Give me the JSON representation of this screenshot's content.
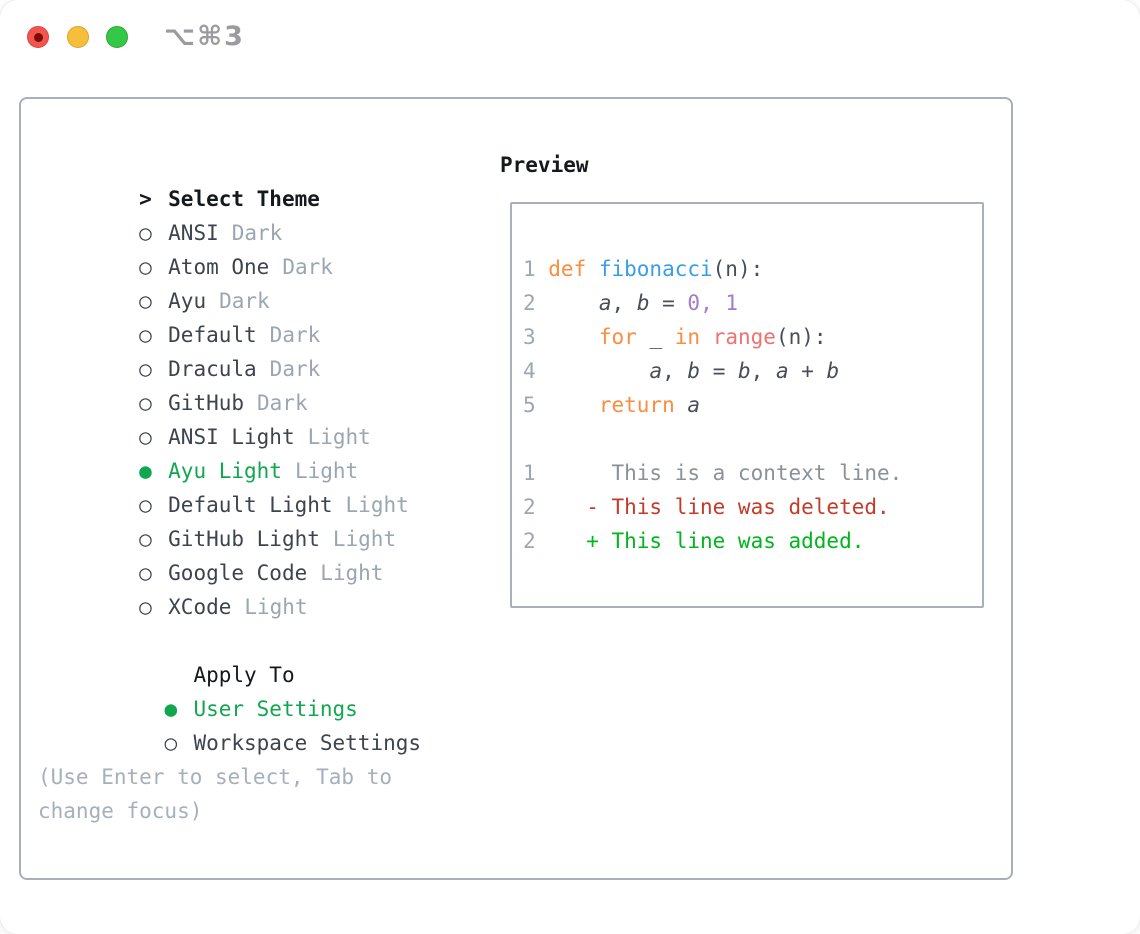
{
  "titlebar": {
    "shortcut": "⌥⌘3"
  },
  "picker": {
    "header_marker": ">",
    "header_label": "Select Theme",
    "themes": [
      {
        "marker": "○",
        "name": "ANSI",
        "variant": "Dark",
        "selected": false
      },
      {
        "marker": "○",
        "name": "Atom One",
        "variant": "Dark",
        "selected": false
      },
      {
        "marker": "○",
        "name": "Ayu",
        "variant": "Dark",
        "selected": false
      },
      {
        "marker": "○",
        "name": "Default",
        "variant": "Dark",
        "selected": false
      },
      {
        "marker": "○",
        "name": "Dracula",
        "variant": "Dark",
        "selected": false
      },
      {
        "marker": "○",
        "name": "GitHub",
        "variant": "Dark",
        "selected": false
      },
      {
        "marker": "○",
        "name": "ANSI Light",
        "variant": "Light",
        "selected": false
      },
      {
        "marker": "●",
        "name": "Ayu Light",
        "variant": "Light",
        "selected": true
      },
      {
        "marker": "○",
        "name": "Default Light",
        "variant": "Light",
        "selected": false
      },
      {
        "marker": "○",
        "name": "GitHub Light",
        "variant": "Light",
        "selected": false
      },
      {
        "marker": "○",
        "name": "Google Code",
        "variant": "Light",
        "selected": false
      },
      {
        "marker": "○",
        "name": "XCode",
        "variant": "Light",
        "selected": false
      }
    ],
    "apply_to": {
      "label": "Apply To",
      "options": [
        {
          "marker": "●",
          "name": "User Settings",
          "selected": true
        },
        {
          "marker": "○",
          "name": "Workspace Settings",
          "selected": false
        }
      ]
    },
    "hint": "(Use Enter to select, Tab to change focus)"
  },
  "preview": {
    "label": "Preview",
    "code": {
      "l1": {
        "n": "1",
        "k": "def ",
        "f": "fibonacci",
        "r": "(n):"
      },
      "l2": {
        "n": "2",
        "i": "    ",
        "v1": "a",
        "p1": ", ",
        "v2": "b",
        "p2": " = ",
        "c1": "0",
        "p3": ", ",
        "c2": "1"
      },
      "l3": {
        "n": "3",
        "i": "    ",
        "k1": "for",
        "p1": " ",
        "u": "_",
        "p2": " ",
        "k2": "in",
        "p3": " ",
        "f": "range",
        "r": "(n):"
      },
      "l4": {
        "n": "4",
        "i": "        ",
        "v1": "a",
        "p1": ", ",
        "v2": "b",
        "p2": " = ",
        "v3": "b",
        "p3": ", ",
        "v4": "a",
        "p4": " + ",
        "v5": "b"
      },
      "l5": {
        "n": "5",
        "i": "    ",
        "k": "return ",
        "v": "a"
      },
      "l6": {
        "n": "1",
        "t": "     This is a context line."
      },
      "l7": {
        "n": "2",
        "t": "   - This line was deleted."
      },
      "l8": {
        "n": "2",
        "t": "   + This line was added."
      }
    }
  },
  "colors": {
    "accent_green": "#10A74F",
    "added_green": "#00B61C",
    "deleted_red": "#C43B28",
    "keyword_orange": "#FA8D3E",
    "function_blue": "#399EE6",
    "range_salmon": "#F07171",
    "constant_purple": "#A37ACC",
    "border_gray": "#A8B0BA"
  }
}
